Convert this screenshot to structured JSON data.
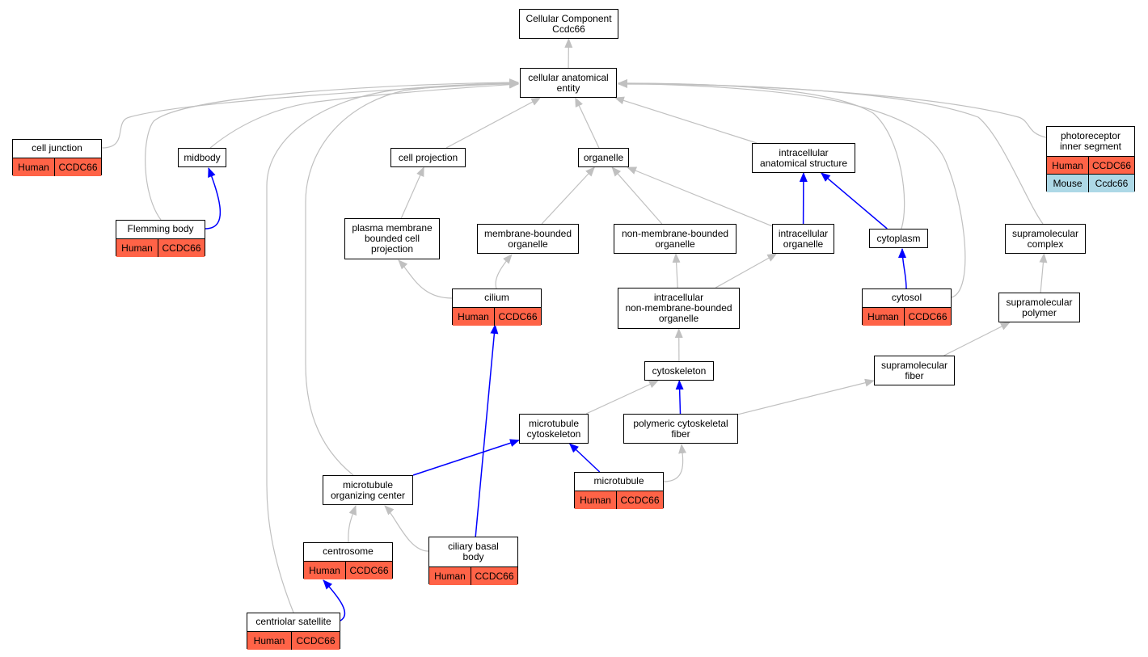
{
  "colors": {
    "human": "#ff6347",
    "mouse": "#add8e6",
    "edge_gray": "#c0c0c0",
    "edge_blue": "#0000ff"
  },
  "nodes": {
    "cc": {
      "label": "Cellular Component\nCcdc66"
    },
    "cae": {
      "label": "cellular anatomical\nentity"
    },
    "cj": {
      "label": "cell junction",
      "annotations": [
        {
          "species": "Human",
          "gene": "CCDC66",
          "color": "human"
        }
      ]
    },
    "mid": {
      "label": "midbody"
    },
    "cp": {
      "label": "cell projection"
    },
    "org": {
      "label": "organelle"
    },
    "ias": {
      "label": "intracellular\nanatomical structure"
    },
    "pis": {
      "label": "photoreceptor\ninner segment",
      "annotations": [
        {
          "species": "Human",
          "gene": "CCDC66",
          "color": "human"
        },
        {
          "species": "Mouse",
          "gene": "Ccdc66",
          "color": "mouse"
        }
      ]
    },
    "fb": {
      "label": "Flemming body",
      "annotations": [
        {
          "species": "Human",
          "gene": "CCDC66",
          "color": "human"
        }
      ]
    },
    "pmbcp": {
      "label": "plasma membrane\nbounded cell\nprojection"
    },
    "mbo": {
      "label": "membrane-bounded\norganelle"
    },
    "nmbo": {
      "label": "non-membrane-bounded\norganelle"
    },
    "io": {
      "label": "intracellular\norganelle"
    },
    "cyt": {
      "label": "cytoplasm"
    },
    "smc": {
      "label": "supramolecular\ncomplex"
    },
    "cil": {
      "label": "cilium",
      "annotations": [
        {
          "species": "Human",
          "gene": "CCDC66",
          "color": "human"
        }
      ]
    },
    "inmbo": {
      "label": "intracellular\nnon-membrane-bounded\norganelle"
    },
    "cytosol": {
      "label": "cytosol",
      "annotations": [
        {
          "species": "Human",
          "gene": "CCDC66",
          "color": "human"
        }
      ]
    },
    "smp": {
      "label": "supramolecular\npolymer"
    },
    "csk": {
      "label": "cytoskeleton"
    },
    "smf": {
      "label": "supramolecular\nfiber"
    },
    "mtc": {
      "label": "microtubule\ncytoskeleton"
    },
    "pcf": {
      "label": "polymeric cytoskeletal\nfiber"
    },
    "mtoc": {
      "label": "microtubule\norganizing center"
    },
    "mt": {
      "label": "microtubule",
      "annotations": [
        {
          "species": "Human",
          "gene": "CCDC66",
          "color": "human"
        }
      ]
    },
    "cs": {
      "label": "centrosome",
      "annotations": [
        {
          "species": "Human",
          "gene": "CCDC66",
          "color": "human"
        }
      ]
    },
    "cbb": {
      "label": "ciliary basal\nbody",
      "annotations": [
        {
          "species": "Human",
          "gene": "CCDC66",
          "color": "human"
        }
      ]
    },
    "csat": {
      "label": "centriolar satellite",
      "annotations": [
        {
          "species": "Human",
          "gene": "CCDC66",
          "color": "human"
        }
      ]
    }
  },
  "edges": [
    {
      "from": "cae",
      "to": "cc",
      "color": "gray"
    },
    {
      "from": "cj",
      "to": "cae",
      "color": "gray"
    },
    {
      "from": "mid",
      "to": "cae",
      "color": "gray"
    },
    {
      "from": "fb",
      "to": "cae",
      "color": "gray"
    },
    {
      "from": "cp",
      "to": "cae",
      "color": "gray"
    },
    {
      "from": "org",
      "to": "cae",
      "color": "gray"
    },
    {
      "from": "ias",
      "to": "cae",
      "color": "gray"
    },
    {
      "from": "pis",
      "to": "cae",
      "color": "gray"
    },
    {
      "from": "cyt",
      "to": "cae",
      "color": "gray"
    },
    {
      "from": "cytosol",
      "to": "cae",
      "color": "gray"
    },
    {
      "from": "smc",
      "to": "cae",
      "color": "gray"
    },
    {
      "from": "mtoc",
      "to": "cae",
      "color": "gray"
    },
    {
      "from": "csat",
      "to": "cae",
      "color": "gray"
    },
    {
      "from": "fb",
      "to": "mid",
      "color": "blue"
    },
    {
      "from": "pmbcp",
      "to": "cp",
      "color": "gray"
    },
    {
      "from": "mbo",
      "to": "org",
      "color": "gray"
    },
    {
      "from": "nmbo",
      "to": "org",
      "color": "gray"
    },
    {
      "from": "io",
      "to": "org",
      "color": "gray"
    },
    {
      "from": "io",
      "to": "ias",
      "color": "blue"
    },
    {
      "from": "cyt",
      "to": "ias",
      "color": "blue"
    },
    {
      "from": "cil",
      "to": "pmbcp",
      "color": "gray"
    },
    {
      "from": "cil",
      "to": "mbo",
      "color": "gray"
    },
    {
      "from": "inmbo",
      "to": "nmbo",
      "color": "gray"
    },
    {
      "from": "inmbo",
      "to": "io",
      "color": "gray"
    },
    {
      "from": "cytosol",
      "to": "cyt",
      "color": "blue"
    },
    {
      "from": "smp",
      "to": "smc",
      "color": "gray"
    },
    {
      "from": "csk",
      "to": "inmbo",
      "color": "gray"
    },
    {
      "from": "smf",
      "to": "smp",
      "color": "gray"
    },
    {
      "from": "mtc",
      "to": "csk",
      "color": "gray"
    },
    {
      "from": "pcf",
      "to": "csk",
      "color": "blue"
    },
    {
      "from": "pcf",
      "to": "smf",
      "color": "gray"
    },
    {
      "from": "mtoc",
      "to": "mtc",
      "color": "blue"
    },
    {
      "from": "mt",
      "to": "mtc",
      "color": "blue"
    },
    {
      "from": "mt",
      "to": "pcf",
      "color": "gray"
    },
    {
      "from": "cs",
      "to": "mtoc",
      "color": "gray"
    },
    {
      "from": "cbb",
      "to": "mtoc",
      "color": "gray"
    },
    {
      "from": "cbb",
      "to": "cil",
      "color": "blue"
    },
    {
      "from": "csat",
      "to": "cs",
      "color": "blue"
    }
  ]
}
